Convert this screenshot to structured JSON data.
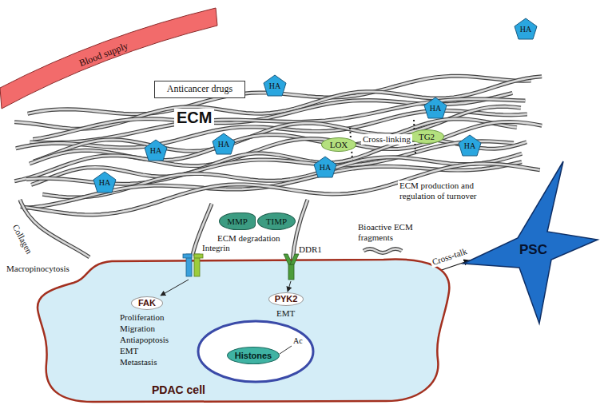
{
  "diagram": {
    "nodes": [
      {
        "text": [
          "Blood supply"
        ]
      },
      {
        "text": [
          "Anticancer drugs"
        ]
      },
      {
        "text": [
          "HA"
        ]
      },
      {
        "text": [
          "HA"
        ]
      },
      {
        "text": [
          "HA"
        ]
      },
      {
        "text": [
          "HA"
        ]
      },
      {
        "text": [
          "HA"
        ]
      },
      {
        "text": [
          "HA"
        ]
      },
      {
        "text": [
          "HA"
        ]
      },
      {
        "text": [
          "HA"
        ]
      },
      {
        "text": [
          "LOX"
        ]
      },
      {
        "text": [
          "TG2"
        ]
      },
      {
        "text": [
          "MMP"
        ]
      },
      {
        "text": [
          "TIMP"
        ]
      },
      {
        "text": [
          "PSC"
        ]
      },
      {
        "text": [
          "PDAC cell"
        ]
      },
      {
        "text": [
          "FAK"
        ],
        "in": 15
      },
      {
        "text": [
          "PYK2"
        ],
        "in": 15
      },
      {
        "text": [
          "Histones"
        ],
        "in": 15
      }
    ],
    "edges": [
      {
        "from": 15,
        "to": 14,
        "arrow": "both",
        "label": "Cross-talk"
      }
    ],
    "labels": [
      "ECM",
      "Cross-linking",
      "ECM production and regulation of turnover",
      "ECM degradation",
      "Bioactive ECM fragments",
      "Collagen",
      "Integrin",
      "DDR1",
      "Macropinocytosis",
      "Proliferation",
      "Migration",
      "Antiapoptosis",
      "EMT",
      "Metastasis",
      "EMT",
      "Ac"
    ]
  }
}
